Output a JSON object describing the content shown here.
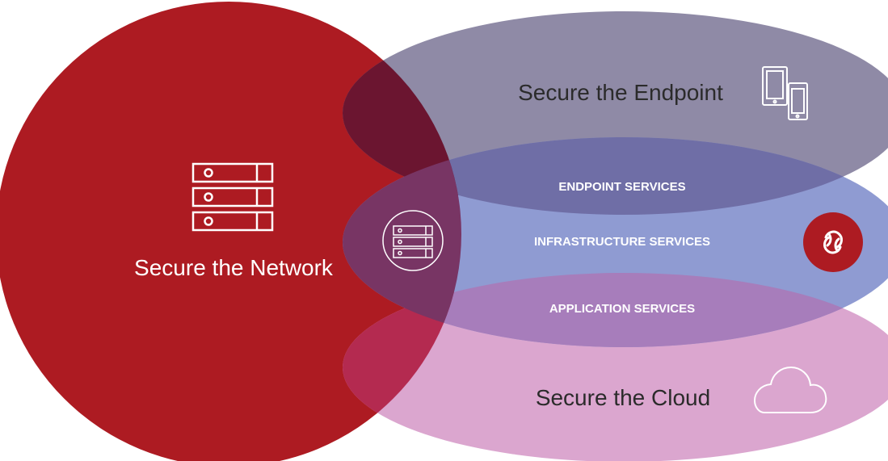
{
  "colors": {
    "network": "#ad1b22",
    "endpoint": "#8f8aa6",
    "services_band": "#8f9bd2",
    "cloud": "#dba6cf",
    "overlap_network_endpoint": "#6b1530",
    "overlap_network_services": "#783564",
    "overlap_network_cloud": "#b42a50",
    "overlap_endpoint_services": "#6f6ea6",
    "overlap_services_cloud": "#a77dbb",
    "badge": "#ad1b22"
  },
  "circles": {
    "network": {
      "label": "Secure the Network",
      "icon": "server-rack-icon"
    },
    "endpoint": {
      "label": "Secure the Endpoint",
      "icon": "tablet-phone-icon"
    },
    "cloud": {
      "label": "Secure the Cloud",
      "icon": "cloud-icon"
    }
  },
  "services": {
    "endpoint": "ENDPOINT SERVICES",
    "infrastructure": "INFRASTRUCTURE SERVICES",
    "application": "APPLICATION SERVICES",
    "center_icon": "server-stack-circle-icon",
    "badge_icon": "interlock-logo-icon"
  }
}
